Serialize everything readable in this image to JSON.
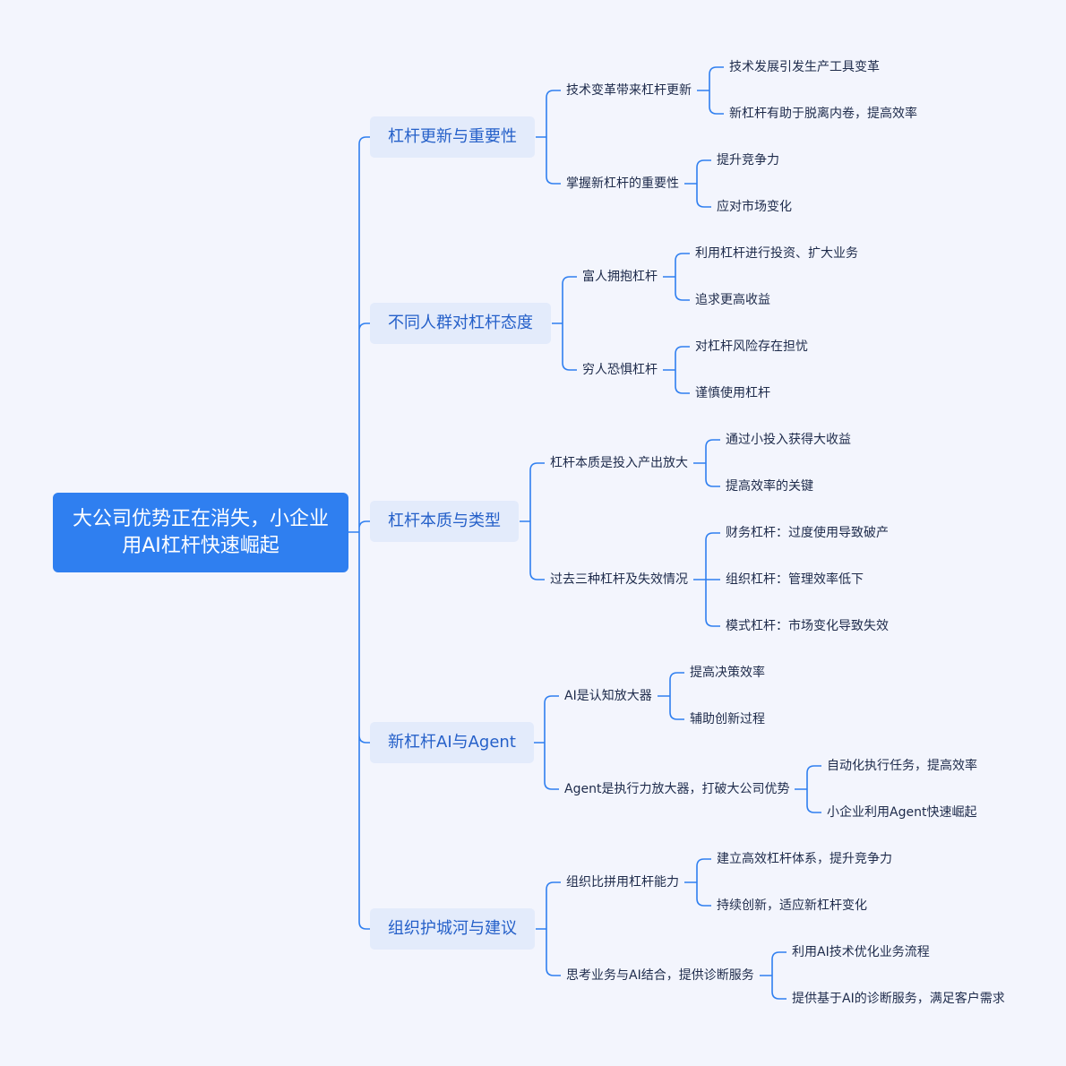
{
  "root": "大公司优势正在消失，小企业用AI杠杆快速崛起",
  "colors": {
    "line": "#2f7ff0",
    "root_bg": "#2f7ff0",
    "branch_bg": "#e3ebfb",
    "branch_text": "#2560c9",
    "background": "#f3f5fd"
  },
  "branches": [
    {
      "label": "杠杆更新与重要性",
      "children": [
        {
          "label": "技术变革带来杠杆更新",
          "children": [
            "技术发展引发生产工具变革",
            "新杠杆有助于脱离内卷，提高效率"
          ]
        },
        {
          "label": "掌握新杠杆的重要性",
          "children": [
            "提升竞争力",
            "应对市场变化"
          ]
        }
      ]
    },
    {
      "label": "不同人群对杠杆态度",
      "children": [
        {
          "label": "富人拥抱杠杆",
          "children": [
            "利用杠杆进行投资、扩大业务",
            "追求更高收益"
          ]
        },
        {
          "label": "穷人恐惧杠杆",
          "children": [
            "对杠杆风险存在担忧",
            "谨慎使用杠杆"
          ]
        }
      ]
    },
    {
      "label": "杠杆本质与类型",
      "children": [
        {
          "label": "杠杆本质是投入产出放大",
          "children": [
            "通过小投入获得大收益",
            "提高效率的关键"
          ]
        },
        {
          "label": "过去三种杠杆及失效情况",
          "children": [
            "财务杠杆：过度使用导致破产",
            "组织杠杆：管理效率低下",
            "模式杠杆：市场变化导致失效"
          ]
        }
      ]
    },
    {
      "label": "新杠杆AI与Agent",
      "children": [
        {
          "label": "AI是认知放大器",
          "children": [
            "提高决策效率",
            "辅助创新过程"
          ]
        },
        {
          "label": "Agent是执行力放大器，打破大公司优势",
          "children": [
            "自动化执行任务，提高效率",
            "小企业利用Agent快速崛起"
          ]
        }
      ]
    },
    {
      "label": "组织护城河与建议",
      "children": [
        {
          "label": "组织比拼用杠杆能力",
          "children": [
            "建立高效杠杆体系，提升竞争力",
            "持续创新，适应新杠杆变化"
          ]
        },
        {
          "label": "思考业务与AI结合，提供诊断服务",
          "children": [
            "利用AI技术优化业务流程",
            "提供基于AI的诊断服务，满足客户需求"
          ]
        }
      ]
    }
  ]
}
